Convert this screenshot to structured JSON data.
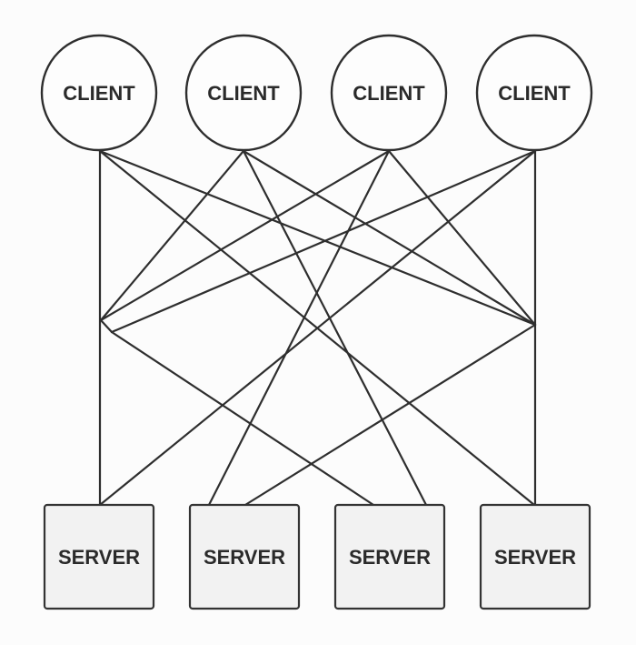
{
  "clients": [
    {
      "label": "CLIENT"
    },
    {
      "label": "CLIENT"
    },
    {
      "label": "CLIENT"
    },
    {
      "label": "CLIENT"
    }
  ],
  "servers": [
    {
      "label": "SERVER"
    },
    {
      "label": "SERVER"
    },
    {
      "label": "SERVER"
    },
    {
      "label": "SERVER"
    }
  ]
}
